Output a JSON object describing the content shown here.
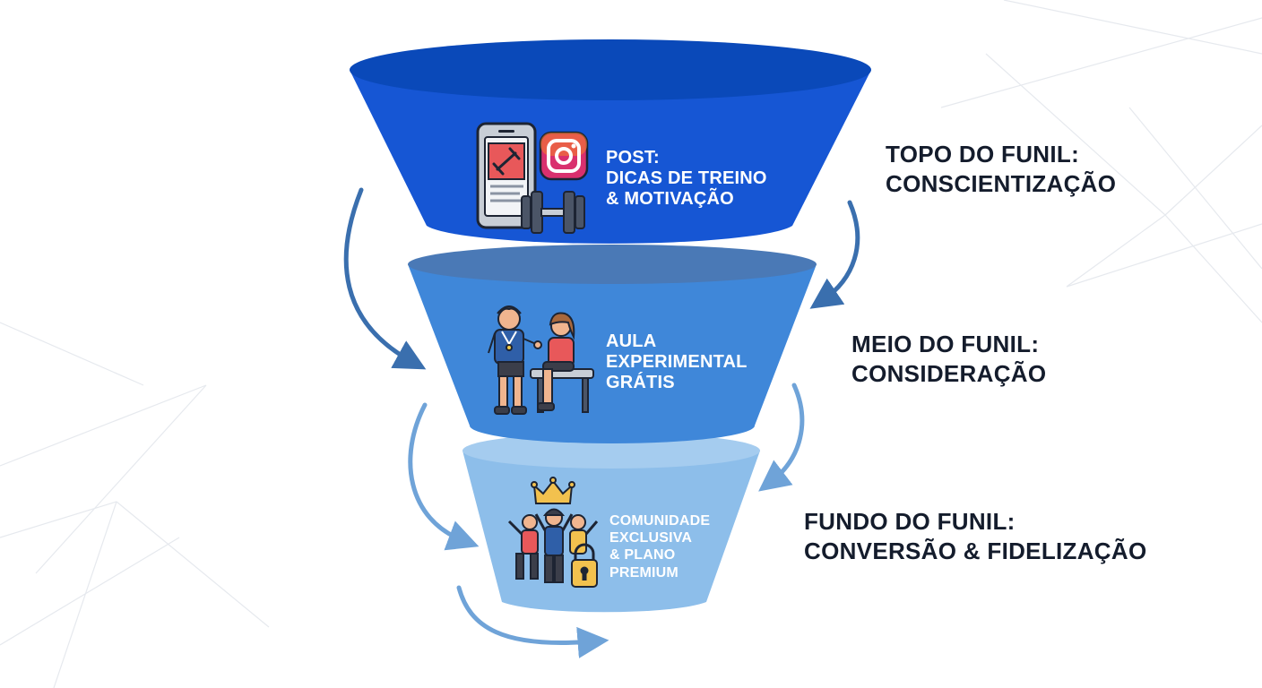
{
  "stages": [
    {
      "label_lines": [
        "POST:",
        "DICAS DE TREINO",
        "& MOTIVAÇÃO"
      ],
      "side_title": "TOPO DO FUNIL:",
      "side_subtitle": "CONSCIENTIZAÇÃO",
      "color": "#1656d4",
      "icon": "phone-dumbbell-instagram-icon"
    },
    {
      "label_lines": [
        "AULA",
        "EXPERIMENTAL",
        "GRÁTIS"
      ],
      "side_title": "MEIO DO FUNIL:",
      "side_subtitle": "CONSIDERAÇÃO",
      "color": "#3f87d9",
      "icon": "trainer-client-icon"
    },
    {
      "label_lines": [
        "COMUNIDADE",
        "EXCLUSIVA",
        "& PLANO",
        "PREMIUM"
      ],
      "side_title": "FUNDO DO FUNIL:",
      "side_subtitle": "CONVERSÃO & FIDELIZAÇÃO",
      "color": "#8dbeea",
      "icon": "community-crown-lock-icon"
    }
  ],
  "colors": {
    "stage1": "#1656d4",
    "stage2": "#3f87d9",
    "stage3": "#8dbeea",
    "arrow": "#3f73ad",
    "side_text": "#141c2c"
  }
}
